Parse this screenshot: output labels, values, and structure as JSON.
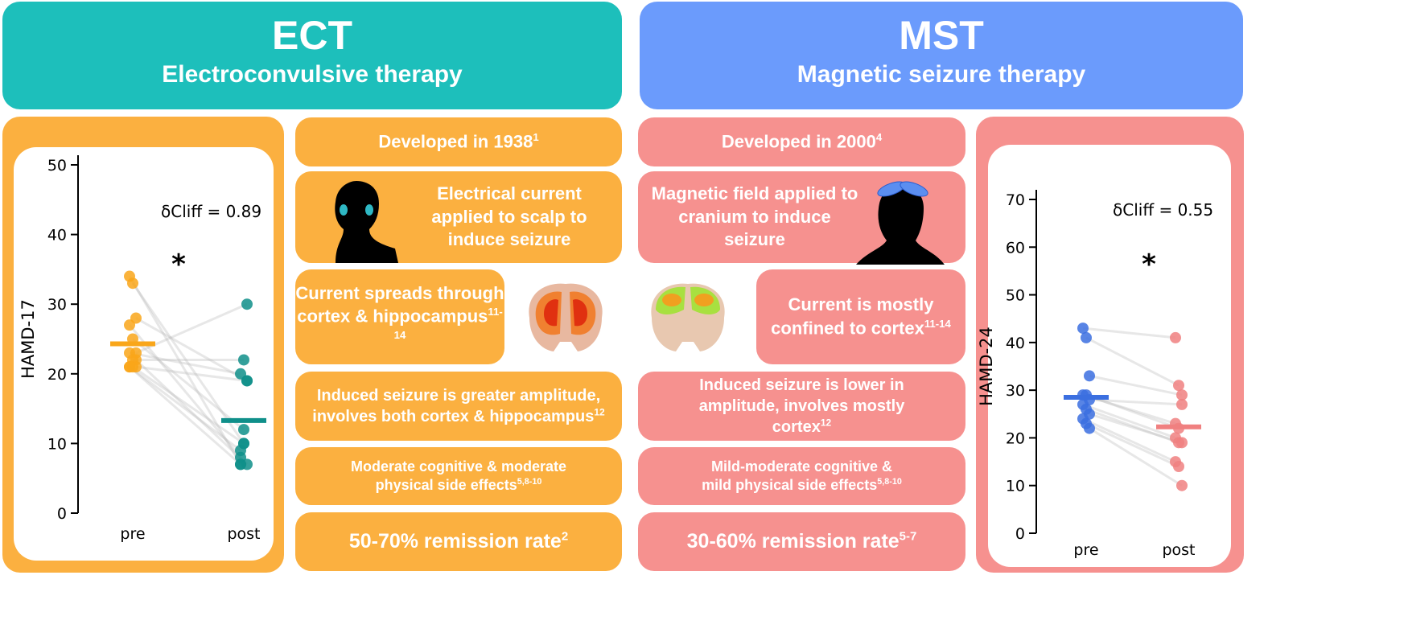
{
  "ect": {
    "title": "ECT",
    "subtitle": "Electroconvulsive therapy",
    "color": "#1dbfbb"
  },
  "mst": {
    "title": "MST",
    "subtitle": "Magnetic seizure therapy",
    "color": "#6b9bfc"
  },
  "ect_boxes": [
    {
      "text": "Developed in 1938",
      "sup": "1"
    },
    {
      "text": "Electrical current applied to scalp to induce seizure",
      "sup": ""
    },
    {
      "text": "Current spreads through cortex & hippocampus",
      "sup": "11-14"
    },
    {
      "text": "Induced seizure is greater amplitude, involves both cortex & hippocampus",
      "sup": "12"
    },
    {
      "text": "Moderate cognitive & moderate physical side effects",
      "sup": "5,8-10"
    },
    {
      "text": "50-70% remission rate",
      "sup": "2"
    }
  ],
  "mst_boxes": [
    {
      "text": "Developed in 2000",
      "sup": "4"
    },
    {
      "text": "Magnetic field applied to cranium to induce seizure",
      "sup": ""
    },
    {
      "text": "Current is mostly confined to cortex",
      "sup": "11-14"
    },
    {
      "text": "Induced seizure is lower in amplitude, involves mostly cortex",
      "sup": "12"
    },
    {
      "text": "Mild-moderate cognitive & mild physical side effects",
      "sup": "5,8-10"
    },
    {
      "text": "30-60% remission rate",
      "sup": "5-7"
    }
  ],
  "chart_data": [
    {
      "type": "scatter",
      "ylabel": "HAMD-17",
      "ylim": [
        0,
        50
      ],
      "yticks": [
        0,
        10,
        20,
        30,
        40,
        50
      ],
      "categories": [
        "pre",
        "post"
      ],
      "annotation": "δCliff = 0.89",
      "delta_symbol": "δ",
      "delta_sub": "Cliff",
      "delta_value": "= 0.89",
      "significance": "*",
      "pre": [
        34,
        33,
        28,
        27,
        25,
        23,
        23,
        22,
        22,
        21,
        21,
        21,
        21
      ],
      "post": [
        7,
        10,
        19,
        8,
        12,
        30,
        20,
        22,
        7,
        9,
        10,
        19,
        7
      ],
      "mean_pre": 24.3,
      "mean_post": 13.3,
      "pre_color": "#f9a61a",
      "post_color": "#0f8f8a"
    },
    {
      "type": "scatter",
      "ylabel": "HAMD-24",
      "ylim": [
        0,
        70
      ],
      "yticks": [
        0,
        10,
        20,
        30,
        40,
        50,
        60,
        70
      ],
      "categories": [
        "pre",
        "post"
      ],
      "annotation": "δCliff = 0.55",
      "delta_symbol": "δ",
      "delta_sub": "Cliff",
      "delta_value": "= 0.55",
      "significance": "*",
      "pre": [
        43,
        41,
        33,
        29,
        29,
        28,
        27,
        26,
        25,
        24,
        23,
        22
      ],
      "post": [
        41,
        31,
        29,
        23,
        22,
        27,
        20,
        19,
        19,
        15,
        14,
        10
      ],
      "mean_pre": 28.5,
      "mean_post": 22.3,
      "pre_color": "#3b6fe0",
      "post_color": "#f08080"
    }
  ]
}
